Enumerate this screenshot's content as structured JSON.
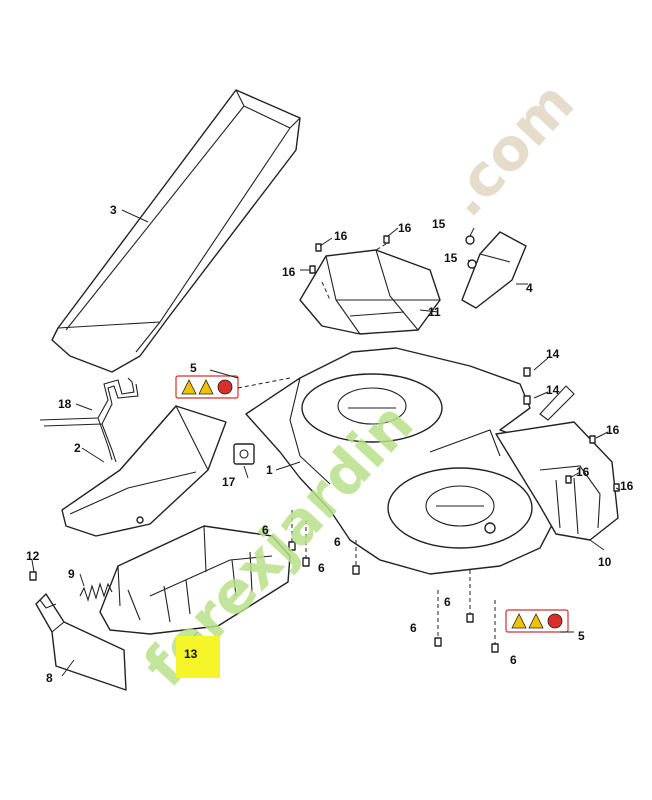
{
  "watermark": {
    "text_main": "forexjardin",
    "text_suffix": ".com",
    "color_main": "#b9e08a",
    "color_suffix": "#e2d6c2"
  },
  "highlight_color": "#f5f52a",
  "warning_colors": {
    "triangle": "#f2c200",
    "circle": "#d9302a"
  },
  "callouts": {
    "c1": "1",
    "c2": "2",
    "c3": "3",
    "c4": "4",
    "c5a": "5",
    "c5b": "5",
    "c6a": "6",
    "c6b": "6",
    "c6c": "6",
    "c6d": "6",
    "c6e": "6",
    "c6f": "6",
    "c8": "8",
    "c9": "9",
    "c10": "10",
    "c11": "11",
    "c12": "12",
    "c13": "13",
    "c14a": "14",
    "c14b": "14",
    "c15a": "15",
    "c15b": "15",
    "c16a": "16",
    "c16b": "16",
    "c16c": "16",
    "c16d": "16",
    "c16e": "16",
    "c16f": "16",
    "c17": "17",
    "c18": "18"
  }
}
